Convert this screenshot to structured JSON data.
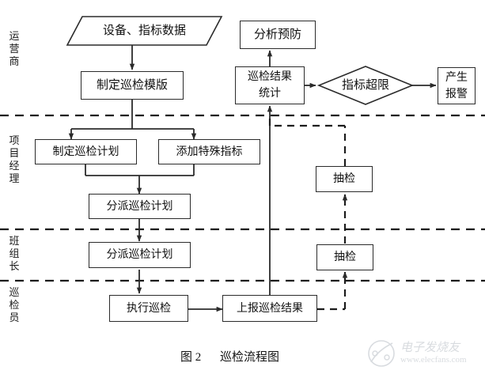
{
  "figure": {
    "caption_number": "图 2",
    "caption_title": "巡检流程图"
  },
  "lanes": [
    {
      "id": "operator",
      "label": "运营商"
    },
    {
      "id": "project-manager",
      "label": "项目经理"
    },
    {
      "id": "team-leader",
      "label": "班组长"
    },
    {
      "id": "inspector",
      "label": "巡检员"
    }
  ],
  "nodes": {
    "data_input": "设备、指标数据",
    "make_template": "制定巡检模版",
    "analysis_prevention": "分析预防",
    "result_statistics": "巡检结果\n统计",
    "indicator_exceed": "指标超限",
    "generate_alarm": "产生\n报警",
    "make_plan": "制定巡检计划",
    "add_special_indicator": "添加特殊指标",
    "assign_plan_pm": "分派巡检计划",
    "spot_check_upper": "抽检",
    "assign_plan_leader": "分派巡检计划",
    "spot_check_lower": "抽检",
    "execute_inspection": "执行巡检",
    "report_result": "上报巡检结果"
  },
  "watermark": {
    "brand": "电子发烧友",
    "url": "www.elecfans.com"
  },
  "colors": {
    "stroke": "#2b2b2b",
    "text": "#111111",
    "background": "#ffffff",
    "watermark": "#9aa3ad"
  }
}
